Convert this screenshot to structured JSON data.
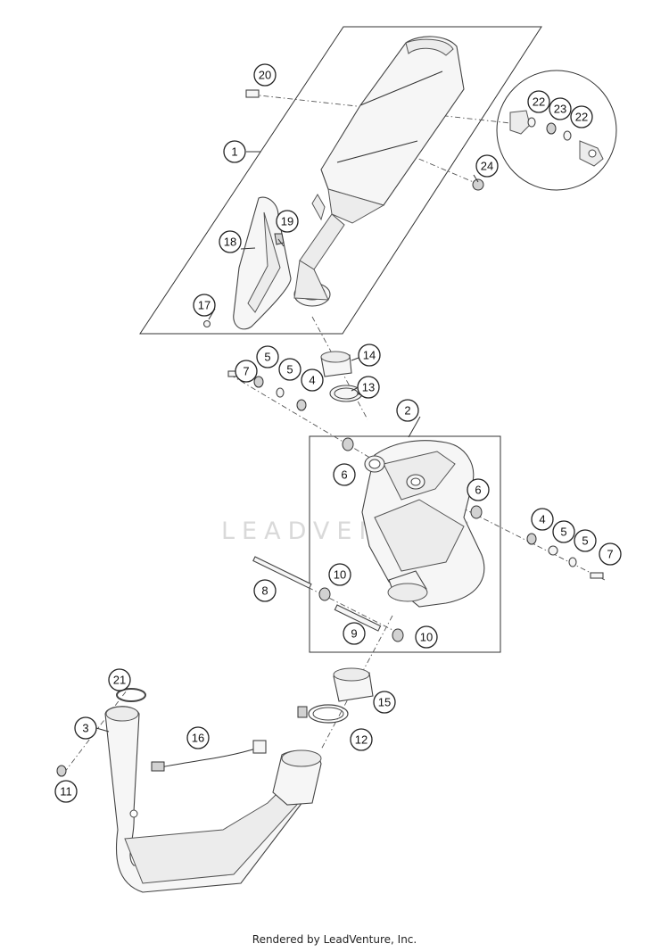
{
  "watermark": "LEADVENTURE",
  "footer": "Rendered by LeadVenture, Inc.",
  "callouts": {
    "p1": "1",
    "p2": "2",
    "p3": "3",
    "p4a": "4",
    "p4b": "4",
    "p5a": "5",
    "p5b": "5",
    "p5c": "5",
    "p5d": "5",
    "p6a": "6",
    "p6b": "6",
    "p7a": "7",
    "p7b": "7",
    "p8": "8",
    "p9": "9",
    "p10a": "10",
    "p10b": "10",
    "p11": "11",
    "p12": "12",
    "p13": "13",
    "p14": "14",
    "p15": "15",
    "p16": "16",
    "p17": "17",
    "p18": "18",
    "p19": "19",
    "p20": "20",
    "p21": "21",
    "p22a": "22",
    "p22b": "22",
    "p23": "23",
    "p24": "24"
  }
}
